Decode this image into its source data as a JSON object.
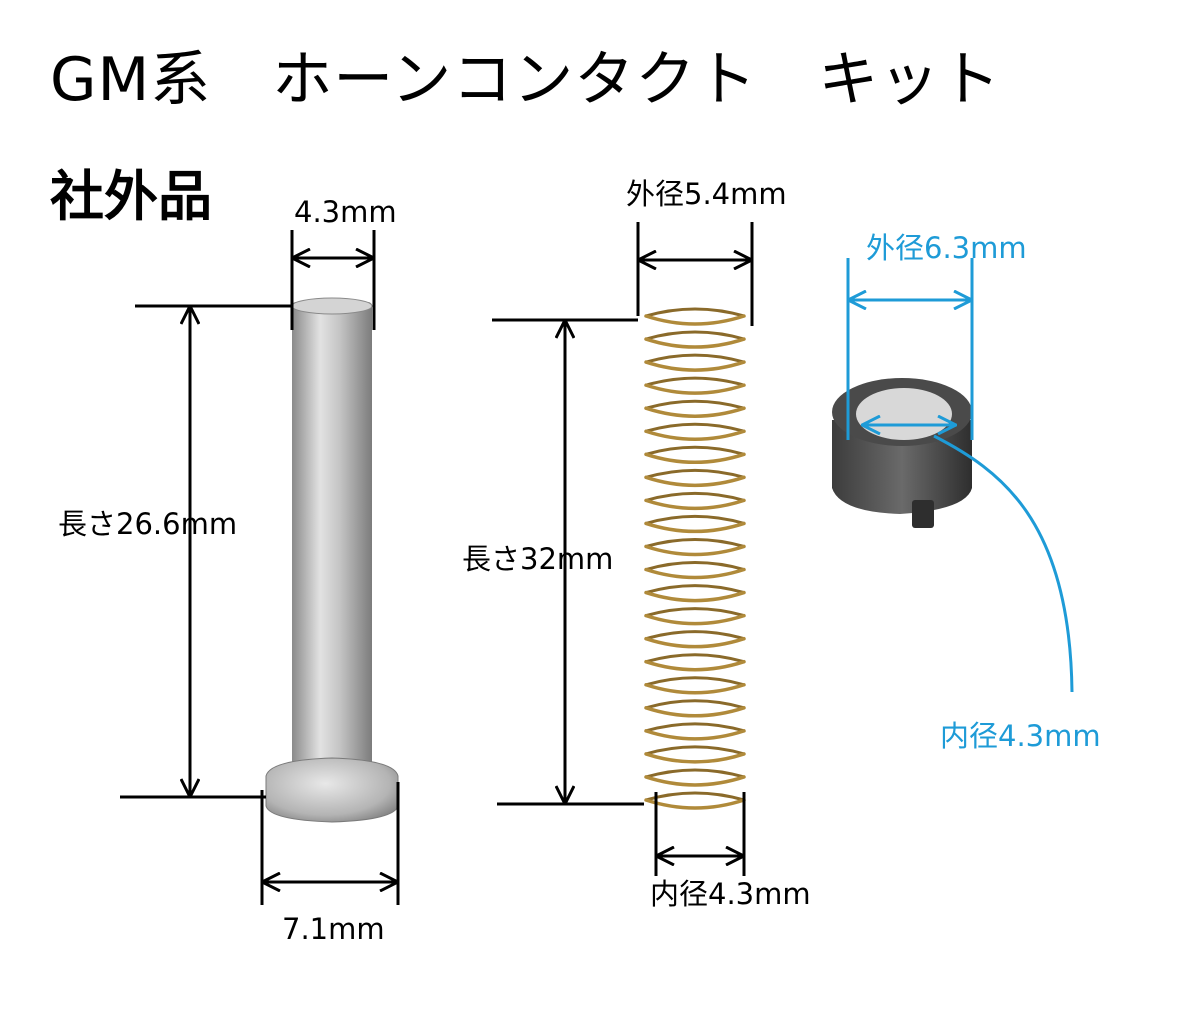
{
  "title": "GM系　ホーンコンタクト　キット",
  "subtitle": "社外品",
  "pin": {
    "top_diameter": "4.3mm",
    "length": "長さ26.6mm",
    "head_diameter": "7.1mm"
  },
  "spring": {
    "outer_diameter": "外径5.4mm",
    "length": "長さ32mm",
    "inner_diameter": "内径4.3mm"
  },
  "bushing": {
    "outer_diameter": "外径6.3mm",
    "inner_diameter": "内径4.3mm"
  },
  "colors": {
    "annotation_blue": "#1e9bd7",
    "dimension_black": "#000000",
    "pin_metal": "#b8b8b8",
    "spring_wire": "#b08a3a",
    "bushing_body": "#3a3a3a"
  }
}
